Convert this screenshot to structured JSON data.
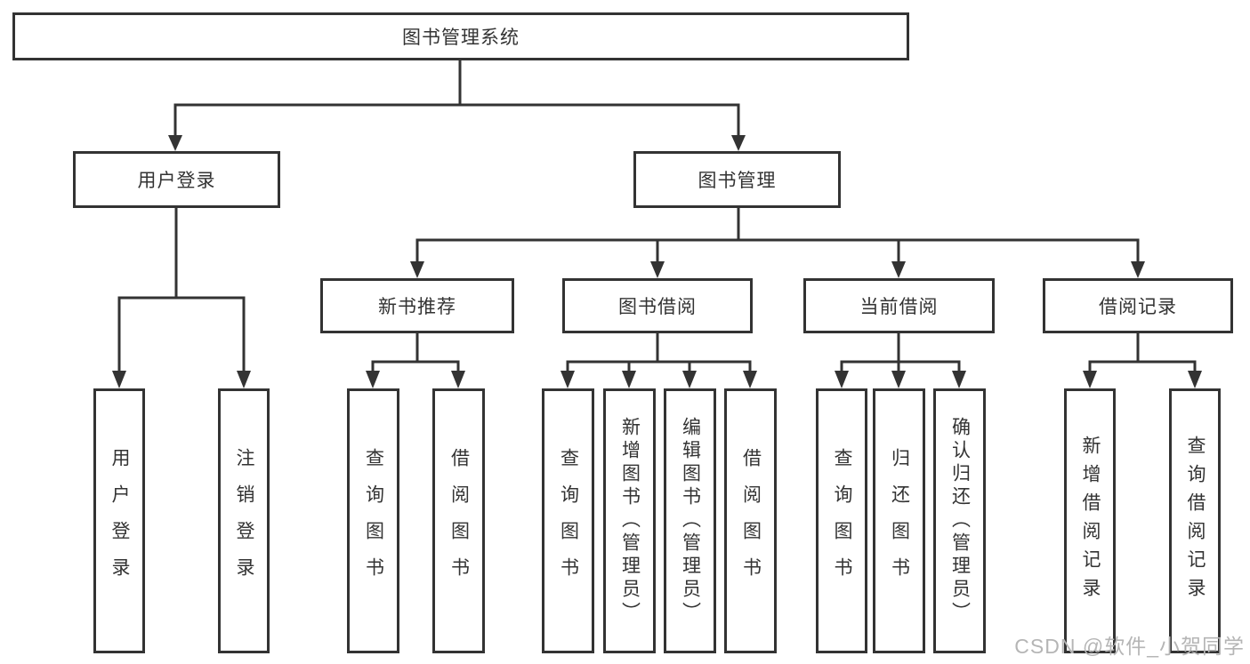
{
  "colors": {
    "line": "#333333",
    "box_border": "#333333",
    "text": "#333333",
    "background": "#ffffff",
    "watermark": "#b5b5b5"
  },
  "watermark": {
    "text": "CSDN @软件_小贺同学"
  },
  "diagram": {
    "root": {
      "label": "图书管理系统"
    },
    "level2": [
      {
        "label": "用户登录"
      },
      {
        "label": "图书管理"
      }
    ],
    "level3": [
      {
        "label": "新书推荐"
      },
      {
        "label": "图书借阅"
      },
      {
        "label": "当前借阅"
      },
      {
        "label": "借阅记录"
      }
    ],
    "leaves": {
      "user_login": [
        {
          "label": "用户登录"
        },
        {
          "label": "注销登录"
        }
      ],
      "new_book": [
        {
          "label": "查询图书"
        },
        {
          "label": "借阅图书"
        }
      ],
      "book_borrow": [
        {
          "label": "查询图书"
        },
        {
          "label": "新增图书（管理员）"
        },
        {
          "label": "编辑图书（管理员）"
        },
        {
          "label": "借阅图书"
        }
      ],
      "current_borrow": [
        {
          "label": "查询图书"
        },
        {
          "label": "归还图书"
        },
        {
          "label": "确认归还（管理员）"
        }
      ],
      "borrow_record": [
        {
          "label": "新增借阅记录"
        },
        {
          "label": "查询借阅记录"
        }
      ]
    }
  }
}
